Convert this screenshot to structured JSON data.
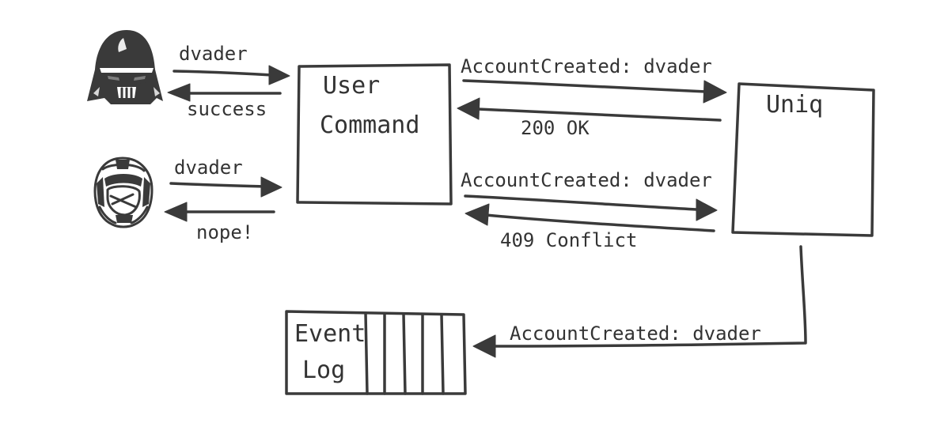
{
  "user_command": {
    "label_line1": "User",
    "label_line2": "Command"
  },
  "uniq": {
    "label": "Uniq"
  },
  "event_log": {
    "label_line1": "Event",
    "label_line2": "Log"
  },
  "flows": {
    "vader_request": "dvader",
    "vader_response": "success",
    "pilot_request": "dvader",
    "pilot_response": "nope!",
    "uniq_request_1": "AccountCreated: dvader",
    "uniq_response_1": "200 OK",
    "uniq_request_2": "AccountCreated: dvader",
    "uniq_response_2": "409 Conflict",
    "event_append": "AccountCreated: dvader"
  },
  "icons": {
    "user_1": "darth-vader-helmet-icon",
    "user_2": "rebel-pilot-helmet-icon"
  },
  "colors": {
    "ink": "#3a3a3a",
    "background": "#ffffff"
  }
}
